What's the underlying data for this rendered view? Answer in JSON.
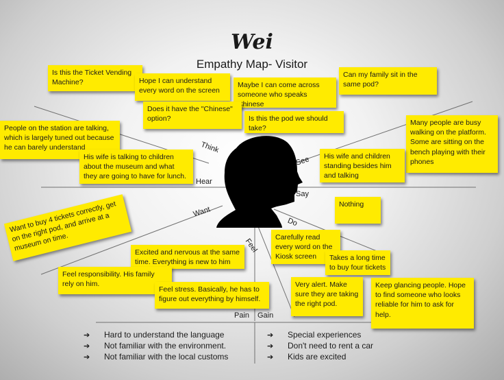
{
  "header": {
    "name": "Wei",
    "subtitle": "Empathy Map- Visitor"
  },
  "sections": {
    "think": "Think",
    "hear": "Hear",
    "see": "See",
    "say": "Say",
    "want": "Want",
    "do": "Do",
    "feel": "Feel",
    "pain": "Pain",
    "gain": "Gain"
  },
  "notes": {
    "ticket_machine": "Is this the Ticket Vending Machine?",
    "understand_words": "Hope I can understand every word on the screen",
    "chinese_speaker": "Maybe I can come across someone who speaks Chinese",
    "family_pod": "Can my family sit in  the same pod?",
    "chinese_option": "Does it have the \"Chinese\" option?",
    "pod_take": "Is this the pod we should take?",
    "station_talk": "People on the station are talking, which is largely tuned out because he can barely understand",
    "busy_people": "Many people are busy walking  on the platform. Some are sitting on the bench playing with their phones",
    "wife_children": "His wife is talking to children about the museum and what they are going to have for lunch.",
    "wife_standing": "His wife and children standing besides him and talking",
    "nothing": "Nothing",
    "buy_tickets": "Want to buy 4 tickets correctly, get on the right pod, and arrive at a museum on time.",
    "read_kiosk": "Carefully read every word on the Kiosk screen",
    "excited": "Excited and nervous at the same time. Everything is new to him",
    "long_time": "Takes a long time to buy four tickets",
    "responsibility": "Feel responsibility. His family rely on him.",
    "alert": "Very alert. Make sure they are taking the right pod.",
    "glancing": "Keep glancing people. Hope to find someone who looks reliable for him to ask for help.",
    "stress": "Feel stress. Basically, he has to figure out everything by himself."
  },
  "pain": [
    "Hard to understand the language",
    "Not familiar with the environment.",
    "Not familiar with the local customs"
  ],
  "gain": [
    "Special experiences",
    "Don't need to rent a car",
    "Kids are excited"
  ],
  "bullet": "➔"
}
